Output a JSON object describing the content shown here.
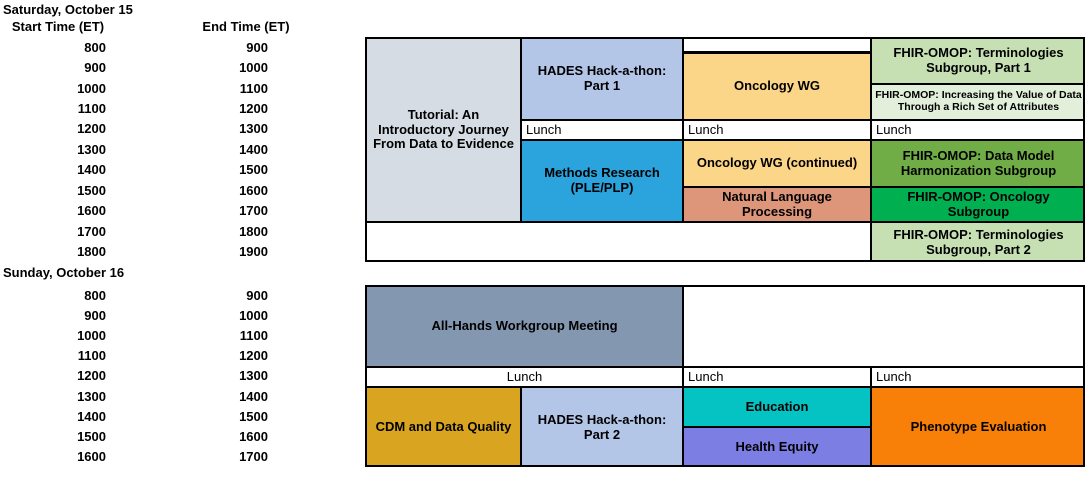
{
  "left": {
    "saturday_header": "Saturday, October 15",
    "sunday_header": "Sunday, October 16",
    "start_header": "Start Time (ET)",
    "end_header": "End Time (ET)",
    "saturday_times": [
      {
        "start": "800",
        "end": "900"
      },
      {
        "start": "900",
        "end": "1000"
      },
      {
        "start": "1000",
        "end": "1100"
      },
      {
        "start": "1100",
        "end": "1200"
      },
      {
        "start": "1200",
        "end": "1300"
      },
      {
        "start": "1300",
        "end": "1400"
      },
      {
        "start": "1400",
        "end": "1500"
      },
      {
        "start": "1500",
        "end": "1600"
      },
      {
        "start": "1600",
        "end": "1700"
      },
      {
        "start": "1700",
        "end": "1800"
      },
      {
        "start": "1800",
        "end": "1900"
      }
    ],
    "sunday_times": [
      {
        "start": "800",
        "end": "900"
      },
      {
        "start": "900",
        "end": "1000"
      },
      {
        "start": "1000",
        "end": "1100"
      },
      {
        "start": "1100",
        "end": "1200"
      },
      {
        "start": "1200",
        "end": "1300"
      },
      {
        "start": "1300",
        "end": "1400"
      },
      {
        "start": "1400",
        "end": "1500"
      },
      {
        "start": "1500",
        "end": "1600"
      },
      {
        "start": "1600",
        "end": "1700"
      }
    ]
  },
  "saturday": {
    "tutorial": {
      "label": "Tutorial: An Introductory Journey From Data to Evidence",
      "color": "#D6DCE4"
    },
    "hades1": {
      "label": "HADES Hack-a-thon: Part 1",
      "color": "#B4C6E7"
    },
    "oncology": {
      "label": "Oncology WG",
      "color": "#FBD588"
    },
    "terminologies1": {
      "label": "FHIR-OMOP: Terminologies Subgroup, Part 1",
      "color": "#C6E0B4"
    },
    "increasing": {
      "label": "FHIR-OMOP: Increasing the Value of Data Through a Rich Set of Attributes",
      "color": "#E2EFDA"
    },
    "lunch_b": {
      "label": "Lunch"
    },
    "lunch_c": {
      "label": "Lunch"
    },
    "lunch_d": {
      "label": "Lunch"
    },
    "methods": {
      "label": "Methods Research (PLE/PLP)",
      "color": "#2BA3DC"
    },
    "oncology_continued": {
      "label": "Oncology WG (continued)",
      "color": "#FBD588"
    },
    "nlp": {
      "label": "Natural Language Processing",
      "color": "#DE967B"
    },
    "harmonization": {
      "label": "FHIR-OMOP: Data Model Harmonization Subgroup",
      "color": "#70AD47"
    },
    "oncology_subgroup": {
      "label": "FHIR-OMOP: Oncology Subgroup",
      "color": "#00B050"
    },
    "terminologies2": {
      "label": "FHIR-OMOP: Terminologies Subgroup, Part 2",
      "color": "#C6E0B4"
    }
  },
  "sunday": {
    "all_hands": {
      "label": "All-Hands Workgroup Meeting",
      "color": "#8497B0"
    },
    "lunch_ab": {
      "label": "Lunch"
    },
    "lunch_c": {
      "label": "Lunch"
    },
    "lunch_d": {
      "label": "Lunch"
    },
    "cdm": {
      "label": "CDM and Data Quality",
      "color": "#D9A521"
    },
    "hades2": {
      "label": "HADES Hack-a-thon: Part 2",
      "color": "#B4C6E7"
    },
    "education": {
      "label": "Education",
      "color": "#06C3C3"
    },
    "health_equity": {
      "label": "Health Equity",
      "color": "#7D7EE3"
    },
    "phenotype": {
      "label": "Phenotype Evaluation",
      "color": "#F98008"
    }
  }
}
